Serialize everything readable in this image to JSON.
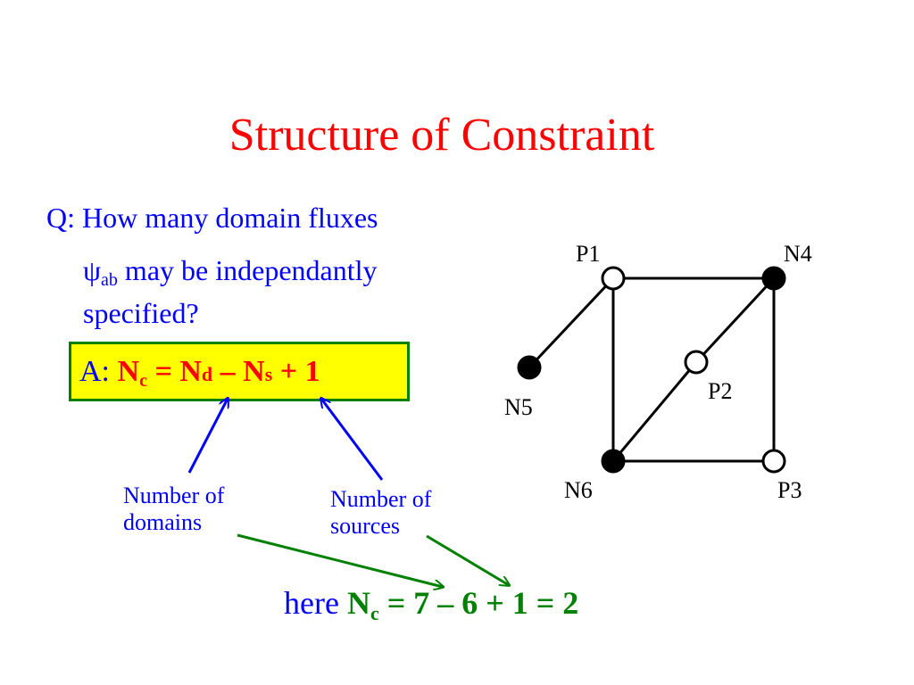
{
  "title": "Structure of Constraint",
  "question": {
    "line1": "Q: How many domain fluxes",
    "psi": "ψ",
    "psi_sub": "ab",
    "line2_rest": " may be independantly",
    "line3": "specified?"
  },
  "answer": {
    "prefix": "A: ",
    "nc": "N",
    "nc_sub": "c",
    "eq": " = N",
    "nd_sub": "d",
    "minus": " – N",
    "ns_sub": "s",
    "plus": " + 1"
  },
  "notes": {
    "domains_line1": "Number of",
    "domains_line2": "domains",
    "sources_line1": "Number of",
    "sources_line2": "sources"
  },
  "example": {
    "prefix": "here ",
    "nc": "N",
    "nc_sub": "c",
    "expr": " = 7 – 6 + 1 = 2"
  },
  "graph": {
    "nodes": [
      {
        "id": "P1",
        "label": "P1",
        "filled": false
      },
      {
        "id": "N4",
        "label": "N4",
        "filled": true
      },
      {
        "id": "N5",
        "label": "N5",
        "filled": true
      },
      {
        "id": "P2",
        "label": "P2",
        "filled": false
      },
      {
        "id": "N6",
        "label": "N6",
        "filled": true
      },
      {
        "id": "P3",
        "label": "P3",
        "filled": false
      }
    ],
    "edges": [
      [
        "P1",
        "N4"
      ],
      [
        "P1",
        "N5"
      ],
      [
        "P1",
        "N6"
      ],
      [
        "N4",
        "P2"
      ],
      [
        "P2",
        "N6"
      ],
      [
        "N4",
        "P3"
      ],
      [
        "N6",
        "P3"
      ]
    ]
  },
  "colors": {
    "title": "#ff0000",
    "text": "#0000ff",
    "highlight_box": "#ffff00",
    "box_border": "#008000",
    "equation": "#ff0000",
    "example_equation": "#008000",
    "arrow_blue": "#0000ff",
    "arrow_green": "#008000"
  }
}
